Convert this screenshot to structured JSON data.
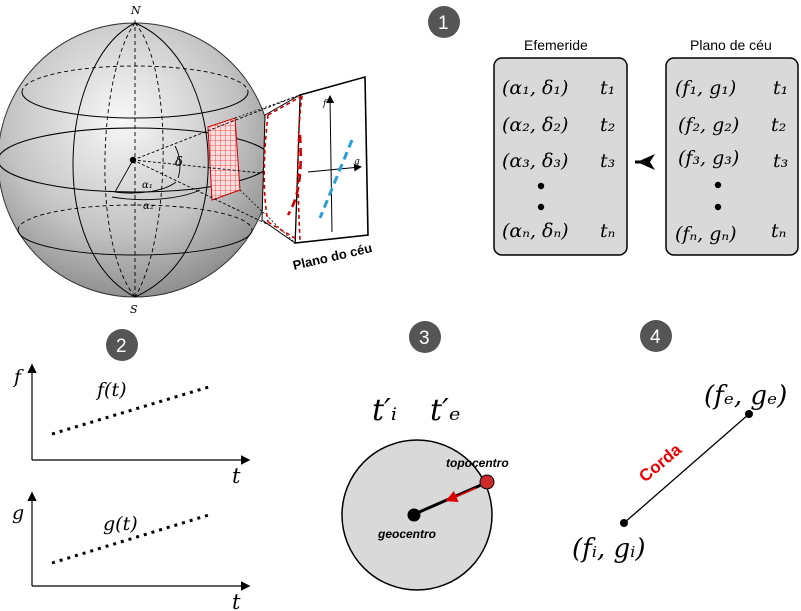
{
  "badges": [
    "1",
    "2",
    "3",
    "4"
  ],
  "sphere": {
    "north": "N",
    "south": "S",
    "delta": "δ",
    "alpha1": "α₁",
    "alpha2": "α₂",
    "plane_label": "Plano do céu",
    "axis_f": "f",
    "axis_g": "g"
  },
  "panel1": {
    "left_title": "Efemeride",
    "right_title": "Plano de céu",
    "left_rows": [
      {
        "coord": "(α₁, δ₁)",
        "time": "t₁"
      },
      {
        "coord": "(α₂, δ₂)",
        "time": "t₂"
      },
      {
        "coord": "(α₃, δ₃)",
        "time": "t₃"
      },
      {
        "coord": "(αₙ, δₙ)",
        "time": "tₙ"
      }
    ],
    "right_rows": [
      {
        "coord": "(f₁, g₁)",
        "time": "t₁"
      },
      {
        "coord": "(f₂, g₂)",
        "time": "t₂"
      },
      {
        "coord": "(f₃, g₃)",
        "time": "t₃"
      },
      {
        "coord": "(fₙ, gₙ)",
        "time": "tₙ"
      }
    ]
  },
  "panel2": {
    "top": {
      "yaxis": "f",
      "xaxis": "t",
      "curve": "f(t)"
    },
    "bottom": {
      "yaxis": "g",
      "xaxis": "t",
      "curve": "g(t)"
    }
  },
  "panel3": {
    "ti": "t′ᵢ",
    "te": "t′ₑ",
    "topocentro": "topocentro",
    "geocentro": "geocentro"
  },
  "panel4": {
    "start": "(fᵢ, gᵢ)",
    "end": "(fₑ, gₑ)",
    "chord": "Corda"
  },
  "colors": {
    "badge": "#555555",
    "red": "#dd0000",
    "blue": "#2a9fd6",
    "box_fill": "#d9d9d9"
  }
}
